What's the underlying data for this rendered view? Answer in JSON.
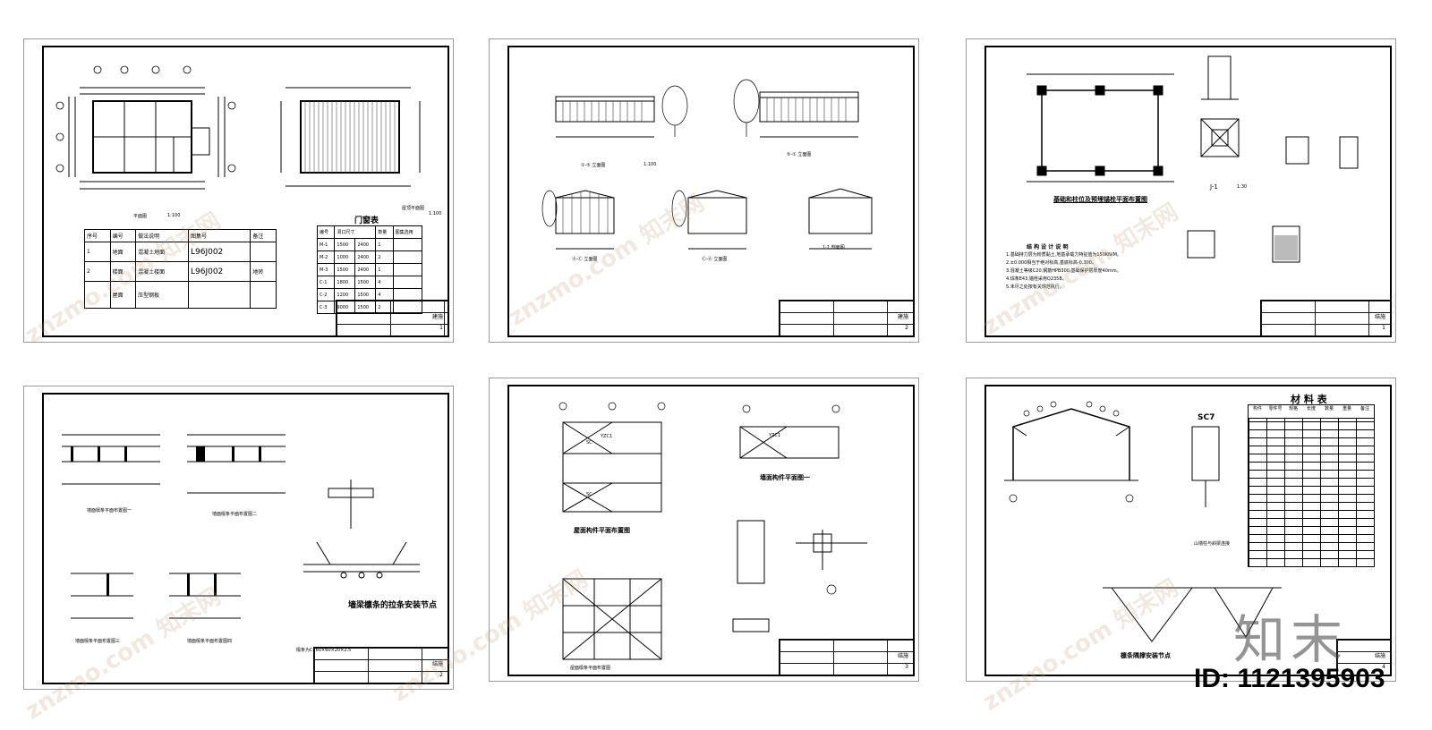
{
  "sheets": [
    {
      "id": "s1",
      "plan_title": "平面图",
      "plan_scale": "1:100",
      "roof_title": "屋顶平面图",
      "roof_scale": "1:100",
      "door_table": {
        "title": "门窗表",
        "headers": [
          "编号",
          "洞口尺寸",
          "数量",
          "图集选用"
        ],
        "rows": [
          [
            "M-1",
            "1500",
            "2400",
            "1"
          ],
          [
            "M-2",
            "1000",
            "2400",
            "2"
          ],
          [
            "M-3",
            "1500",
            "2400",
            "1"
          ],
          [
            "C-1",
            "1800",
            "1500",
            "4"
          ],
          [
            "C-2",
            "1200",
            "1500",
            "4"
          ],
          [
            "C-3",
            "9000",
            "1500",
            "2"
          ]
        ]
      },
      "spec_table": {
        "headers": [
          "序号",
          "编号",
          "做法说明",
          "图集号",
          "备注"
        ],
        "rows": [
          [
            "1",
            "地面",
            "混凝土地面",
            "L96J002",
            ""
          ],
          [
            "2",
            "楼面",
            "混凝土楼面",
            "L96J002",
            "地砖"
          ],
          [
            "",
            "屋面",
            "压型钢板",
            "",
            ""
          ]
        ]
      },
      "title_block": [
        "建施",
        "1"
      ]
    },
    {
      "id": "s2",
      "elev1": "①-⑤ 立面图",
      "elev2": "⑤-① 立面图",
      "elev3": "Ⓐ-Ⓒ 立面图",
      "elev4": "Ⓒ-Ⓐ 立面图",
      "section": "1-1 剖面图",
      "scale": "1:100",
      "title_block": [
        "建施",
        "2"
      ]
    },
    {
      "id": "s3",
      "title": "基础和柱位及预埋锚栓平面布置图",
      "notes_title": "结 构 设 计 说 明",
      "notes": [
        "1.基础持力层为粉质黏土,地基承载力特征值为150KN/M。",
        "2.±0.000相当于绝对标高,基底标高-0.300。",
        "3.混凝土等级C20,钢筋HPB300,基础保护层厚度40mm。",
        "4.焊条E43,锚栓采用Q235B。",
        "5.未尽之处按有关规范执行。"
      ],
      "section_label": "J-1",
      "section_scale": "1:30",
      "title_block": [
        "结施",
        "1"
      ]
    },
    {
      "id": "s4",
      "detail_title": "墙梁檩条的拉条安装节点",
      "plans": [
        "墙面檩条平面布置图一",
        "墙面檩条平面布置图二",
        "墙面檩条平面布置图三",
        "墙面檩条平面布置图四"
      ],
      "note": "檩条为C160×60×20×2.5",
      "title_block": [
        "结施",
        "2"
      ]
    },
    {
      "id": "s5",
      "roof_plan": "屋面构件平面布置图",
      "wall_plan": "墙面构件平面图一",
      "purlin_plan": "屋面檩条平面布置图",
      "labels": [
        "YZC1",
        "YZC1",
        "SC",
        "SC"
      ],
      "title_block": [
        "结施",
        "3"
      ]
    },
    {
      "id": "s6",
      "material_title": "材 料 表",
      "material_headers": [
        "构件",
        "零件号",
        "规格",
        "长度",
        "数量",
        "重量",
        "备注"
      ],
      "frame_label": "SC7",
      "detail_title": "檩条隅撑安装节点",
      "detail2": "山墙柱与斜梁连接",
      "title_block": [
        "结施",
        "4"
      ]
    }
  ],
  "watermark": "znzmo.com 知末网",
  "logo": "知末",
  "id_label": "ID: 1121395903"
}
